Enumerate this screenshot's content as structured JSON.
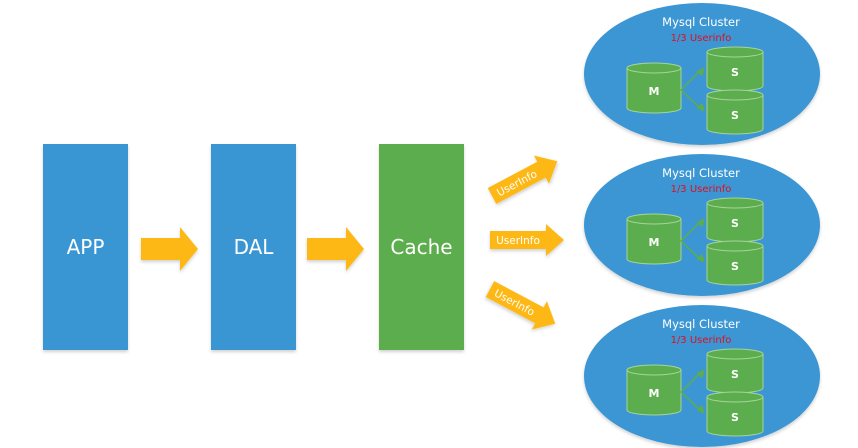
{
  "colors": {
    "blue": "#3a96d3",
    "green": "#5cad4d",
    "arrow": "#fdb813",
    "subtitle_red": "#e0101e"
  },
  "blocks": [
    {
      "id": "app",
      "label": "APP",
      "color": "blue"
    },
    {
      "id": "dal",
      "label": "DAL",
      "color": "blue"
    },
    {
      "id": "cache",
      "label": "Cache",
      "color": "green"
    }
  ],
  "arrows": [
    {
      "from": "APP",
      "to": "DAL",
      "label": ""
    },
    {
      "from": "DAL",
      "to": "Cache",
      "label": ""
    }
  ],
  "fanout_arrows": [
    {
      "label": "UserInfo",
      "to_cluster": 0
    },
    {
      "label": "UserInfo",
      "to_cluster": 1
    },
    {
      "label": "UserInfo",
      "to_cluster": 2
    }
  ],
  "clusters": [
    {
      "title": "Mysql Cluster",
      "subtitle": "1/3 Userinfo",
      "master": "M",
      "slaves": [
        "S",
        "S"
      ]
    },
    {
      "title": "Mysql Cluster",
      "subtitle": "1/3 Userinfo",
      "master": "M",
      "slaves": [
        "S",
        "S"
      ]
    },
    {
      "title": "Mysql Cluster",
      "subtitle": "1/3 Userinfo",
      "master": "M",
      "slaves": [
        "S",
        "S"
      ]
    }
  ]
}
